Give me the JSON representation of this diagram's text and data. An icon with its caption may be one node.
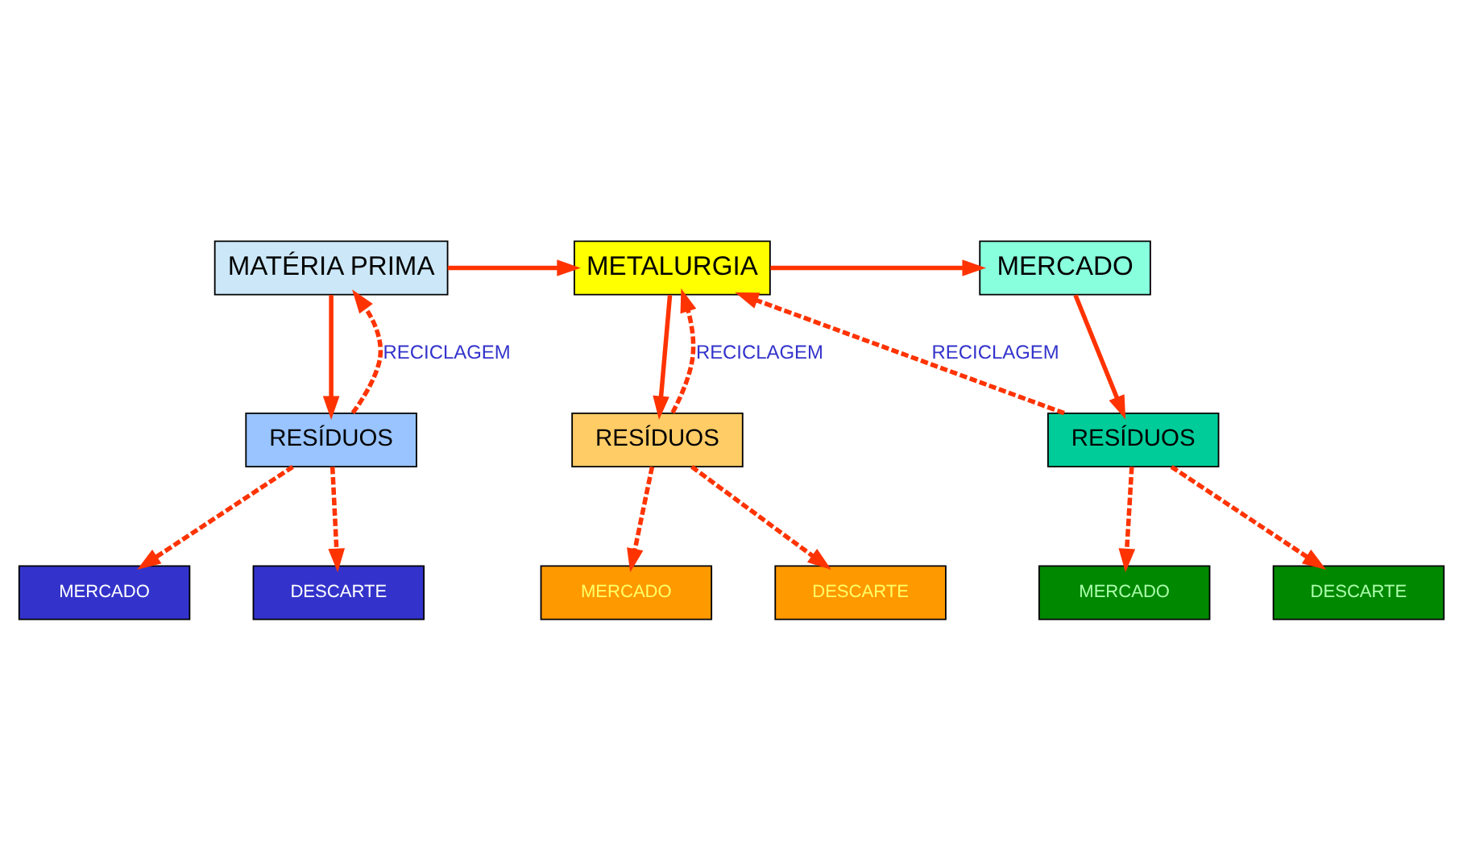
{
  "diagram": {
    "nodes": [
      {
        "text": [
          "MATÉRIA PRIMA"
        ]
      },
      {
        "text": [
          "METALURGIA"
        ]
      },
      {
        "text": [
          "MERCADO"
        ]
      },
      {
        "text": [
          "RESÍDUOS"
        ]
      },
      {
        "text": [
          "RESÍDUOS"
        ]
      },
      {
        "text": [
          "RESÍDUOS"
        ]
      },
      {
        "text": [
          "MERCADO"
        ]
      },
      {
        "text": [
          "DESCARTE"
        ]
      },
      {
        "text": [
          "MERCADO"
        ]
      },
      {
        "text": [
          "DESCARTE"
        ]
      },
      {
        "text": [
          "MERCADO"
        ]
      },
      {
        "text": [
          "DESCARTE"
        ]
      }
    ],
    "edges": [
      {
        "from": 0,
        "to": 1,
        "arrow": "to"
      },
      {
        "from": 1,
        "to": 2,
        "arrow": "to"
      },
      {
        "from": 0,
        "to": 3,
        "arrow": "to"
      },
      {
        "from": 1,
        "to": 4,
        "arrow": "to"
      },
      {
        "from": 2,
        "to": 5,
        "arrow": "to"
      },
      {
        "from": 3,
        "to": 0,
        "arrow": "to",
        "label": "RECICLAGEM",
        "style": "dashed"
      },
      {
        "from": 4,
        "to": 1,
        "arrow": "to",
        "label": "RECICLAGEM",
        "style": "dashed"
      },
      {
        "from": 5,
        "to": 1,
        "arrow": "to",
        "label": "RECICLAGEM",
        "style": "dashed"
      },
      {
        "from": 3,
        "to": 6,
        "arrow": "to",
        "style": "dashed"
      },
      {
        "from": 3,
        "to": 7,
        "arrow": "to",
        "style": "dashed"
      },
      {
        "from": 4,
        "to": 8,
        "arrow": "to",
        "style": "dashed"
      },
      {
        "from": 4,
        "to": 9,
        "arrow": "to",
        "style": "dashed"
      },
      {
        "from": 5,
        "to": 10,
        "arrow": "to",
        "style": "dashed"
      },
      {
        "from": 5,
        "to": 11,
        "arrow": "to",
        "style": "dashed"
      }
    ]
  }
}
